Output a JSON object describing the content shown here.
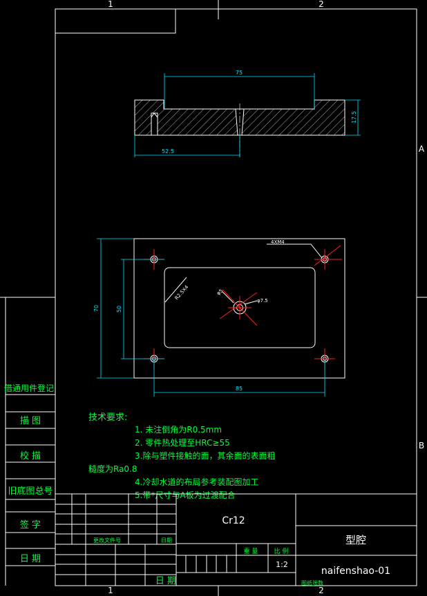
{
  "border": {
    "zone_top": [
      "1",
      "2"
    ],
    "zone_bottom": [
      "1",
      "2"
    ],
    "zone_right": [
      "A",
      "B"
    ]
  },
  "section_view": {
    "dim_width": "75",
    "dim_height": "17.5",
    "dim_offset": "52.5"
  },
  "plan_view": {
    "dim_height_outer": "70",
    "dim_height_inner": "50",
    "dim_width_holes": "85",
    "label_screw": "4XM4",
    "label_radius": "R2.5X4",
    "label_d1": "φ5",
    "label_d2": "φ7.5"
  },
  "tech_requirements": {
    "title": "技术要求:",
    "item1": "1. 未注倒角为R0.5mm",
    "item2": "2. 零件热处理至HRC≥55",
    "item3": "3.除与塑件接触的面，其余面的表面粗",
    "item3_cont": "糙度为Ra0.8",
    "item4": "4.冷却水道的布局参考装配图加工",
    "item5": "5.带*尺寸与A板为过渡配合"
  },
  "side_panel": {
    "row1": "借通用件登记",
    "row2": "描  图",
    "row3": "校  描",
    "row4": "旧底图总号",
    "row5": "签  字",
    "row6": "日  期"
  },
  "title_block": {
    "material": "Cr12",
    "part_name": "型腔",
    "drawing_no": "naifenshao-01",
    "change_doc_label": "更改文件号",
    "date_label_small": "日期",
    "date_label": "日  期",
    "weight_label": "重 量",
    "scale_label": "比 例",
    "scale_value": "1:2",
    "sheet_label": "图纸张数"
  }
}
